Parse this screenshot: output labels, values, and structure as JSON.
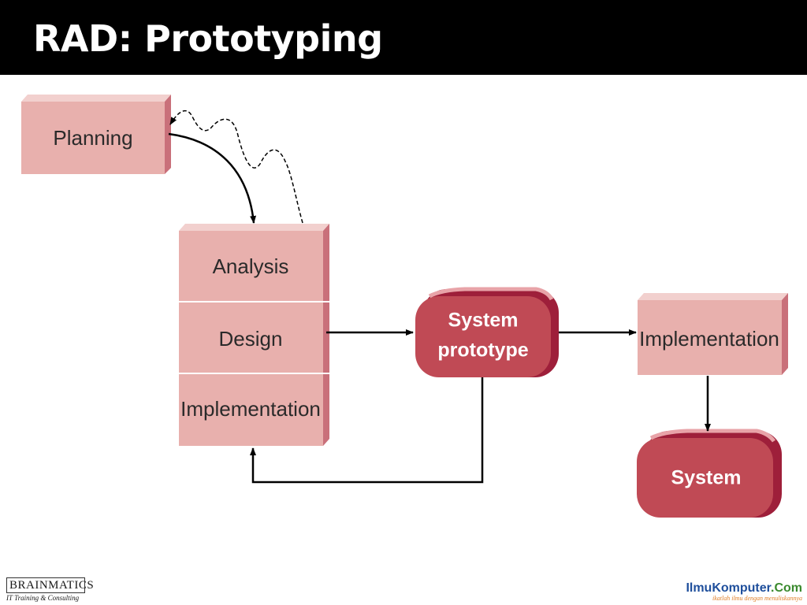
{
  "header": {
    "title": "RAD: Prototyping"
  },
  "diagram": {
    "nodes": {
      "planning": "Planning",
      "analysis": "Analysis",
      "design": "Design",
      "implementation_loop": "Implementation",
      "prototype_line1": "System",
      "prototype_line2": "prototype",
      "implementation_final": "Implementation",
      "system": "System"
    },
    "colors": {
      "phase_fill": "#e8b0ad",
      "phase_top": "#f2d0ce",
      "phase_side": "#c9707a",
      "product_fill": "#c04a55",
      "product_side": "#9e1f3a",
      "arrow": "#000000"
    }
  },
  "footer": {
    "left_logo": {
      "name": "BRAINMATICS",
      "tagline": "IT Training & Consulting"
    },
    "right_logo": {
      "name": "IlmuKomputer",
      "suffix": ".Com",
      "tagline": "ikatlah ilmu dengan menuliskannya"
    }
  }
}
